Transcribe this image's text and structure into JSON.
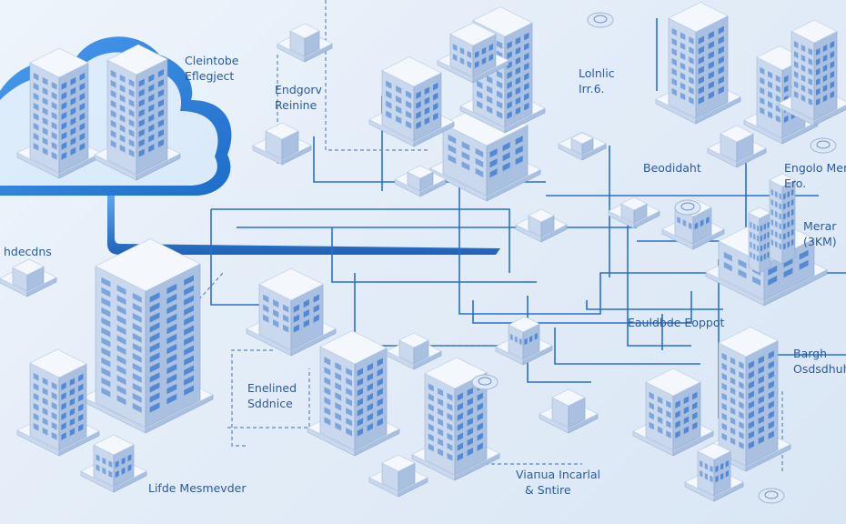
{
  "colors": {
    "background": "#e6eef8",
    "accent": "#1f6fd0",
    "line": "#2a6fcc",
    "cloud": "#2f86e0",
    "building_top": "#f4f8fd",
    "building_left": "#c9d8ec",
    "building_right": "#a9c0e0",
    "window": "#3d7bd0"
  },
  "labels": [
    {
      "line1": "Cleintobe",
      "line2": "Eflegject"
    },
    {
      "line1": "Endgorv",
      "line2": "Reinine"
    },
    {
      "line1": "Lolnlic",
      "line2": "Irr.6."
    },
    {
      "line1": "Beodidaht",
      "line2": ""
    },
    {
      "line1": "Engolo Mer",
      "line2": "Ero."
    },
    {
      "line1": "Merar",
      "line2": "(3KM)"
    },
    {
      "line1": "Eauldbde Eoppot",
      "line2": ""
    },
    {
      "line1": "Bargh",
      "line2": "Osdsdhuhi"
    },
    {
      "line1": "hdecdns",
      "line2": ""
    },
    {
      "line1": "Enelined",
      "line2": "Sddnice"
    },
    {
      "line1": "Lifde Mesmevder",
      "line2": ""
    },
    {
      "line1": "Viaпua Incarlal",
      "line2": "& Sntire"
    }
  ]
}
